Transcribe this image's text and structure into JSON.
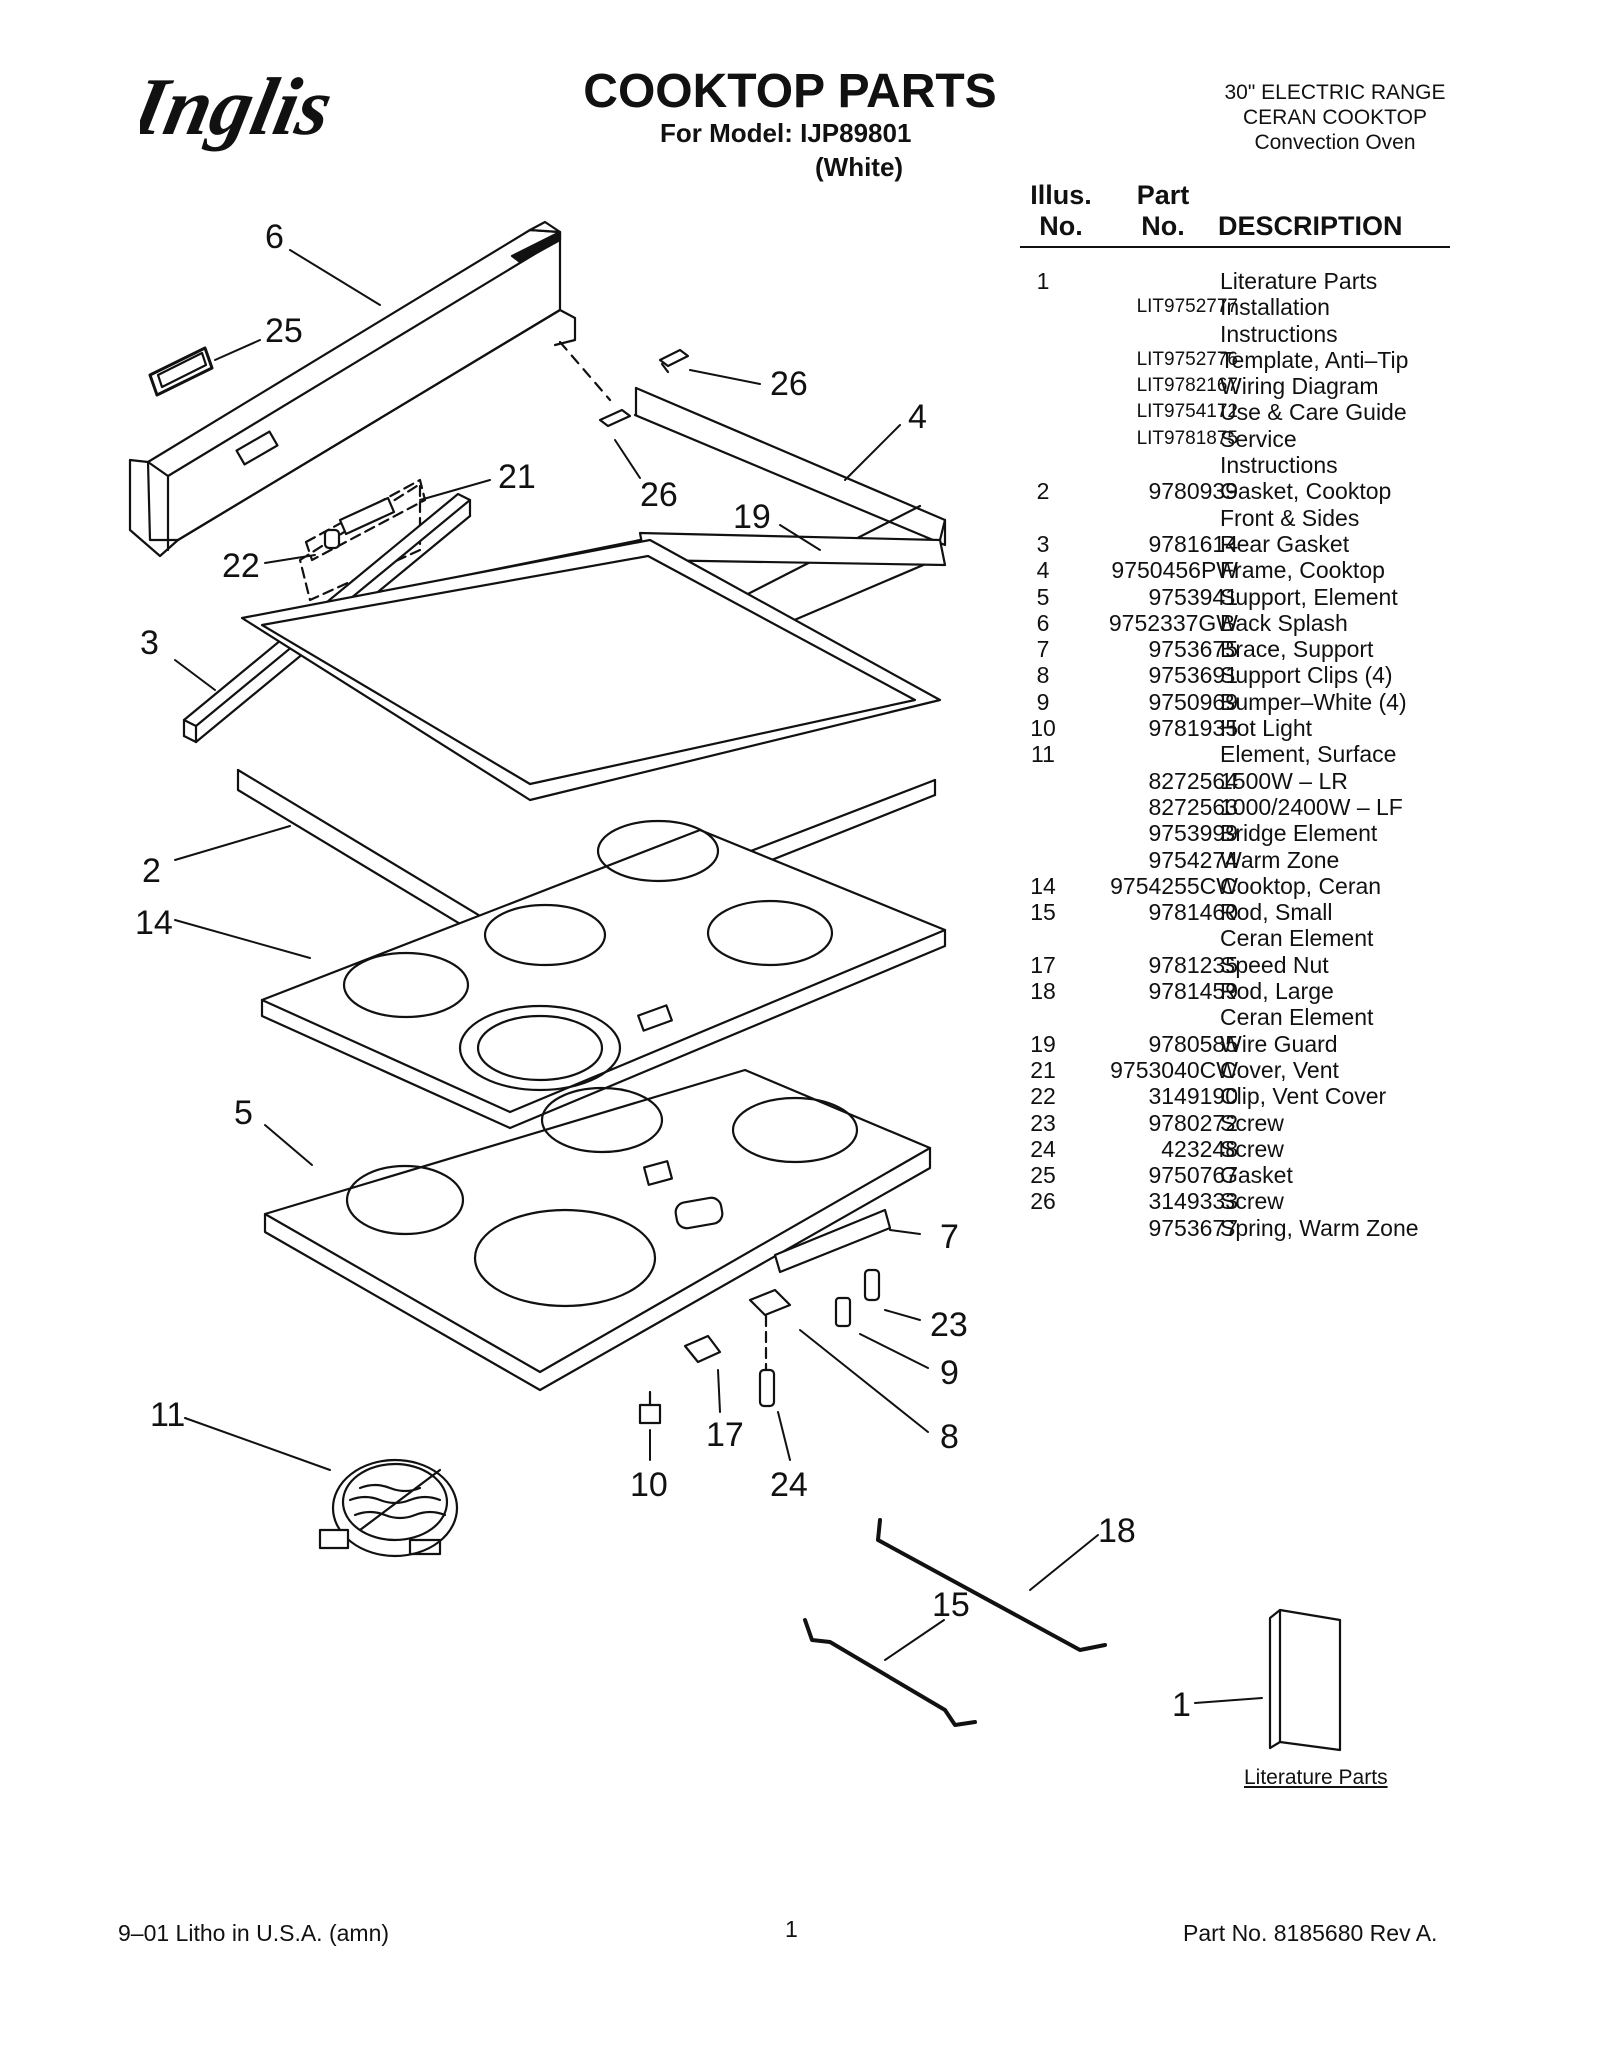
{
  "brand": "Inglis",
  "header": {
    "title": "COOKTOP PARTS",
    "model_line": "For Model: IJP89801",
    "color": "(White)",
    "range_info": [
      "30\" ELECTRIC RANGE",
      "CERAN COOKTOP",
      "Convection Oven"
    ]
  },
  "table": {
    "headers": {
      "illus": [
        "Illus.",
        "No."
      ],
      "part": [
        "Part",
        "No."
      ],
      "description": "DESCRIPTION"
    },
    "rows": [
      {
        "illus": "1",
        "part": "",
        "desc": "Literature Parts"
      },
      {
        "illus": "",
        "part": "LIT9752777",
        "desc": "Installation"
      },
      {
        "illus": "",
        "part": "",
        "desc": "Instructions"
      },
      {
        "illus": "",
        "part": "LIT9752776",
        "desc": "Template, Anti–Tip"
      },
      {
        "illus": "",
        "part": "LIT9782167",
        "desc": "Wiring Diagram"
      },
      {
        "illus": "",
        "part": "LIT9754172",
        "desc": "Use & Care Guide"
      },
      {
        "illus": "",
        "part": "LIT9781875",
        "desc": "Service"
      },
      {
        "illus": "",
        "part": "",
        "desc": "Instructions"
      },
      {
        "illus": "2",
        "part": "9780939",
        "desc": "Gasket, Cooktop"
      },
      {
        "illus": "",
        "part": "",
        "desc": "Front & Sides"
      },
      {
        "illus": "3",
        "part": "9781614",
        "desc": "Rear Gasket"
      },
      {
        "illus": "4",
        "part": "9750456PW",
        "desc": "Frame, Cooktop"
      },
      {
        "illus": "5",
        "part": "9753941",
        "desc": "Support, Element"
      },
      {
        "illus": "6",
        "part": "9752337GW",
        "desc": "Back Splash"
      },
      {
        "illus": "7",
        "part": "9753675",
        "desc": "Brace, Support"
      },
      {
        "illus": "8",
        "part": "9753691",
        "desc": "Support Clips (4)"
      },
      {
        "illus": "9",
        "part": "9750969",
        "desc": "Bumper–White (4)"
      },
      {
        "illus": "10",
        "part": "9781935",
        "desc": "Hot Light"
      },
      {
        "illus": "11",
        "part": "",
        "desc": "Element, Surface"
      },
      {
        "illus": "",
        "part": "8272564",
        "desc": "1500W – LR"
      },
      {
        "illus": "",
        "part": "8272563",
        "desc": "1000/2400W – LF"
      },
      {
        "illus": "",
        "part": "9753999",
        "desc": "Bridge Element"
      },
      {
        "illus": "",
        "part": "9754274",
        "desc": "Warm Zone"
      },
      {
        "illus": "14",
        "part": "9754255CW",
        "desc": "Cooktop, Ceran"
      },
      {
        "illus": "15",
        "part": "9781460",
        "desc": "Rod, Small"
      },
      {
        "illus": "",
        "part": "",
        "desc": "Ceran Element"
      },
      {
        "illus": "17",
        "part": "9781235",
        "desc": "Speed Nut"
      },
      {
        "illus": "18",
        "part": "9781459",
        "desc": "Rod, Large"
      },
      {
        "illus": "",
        "part": "",
        "desc": "Ceran Element"
      },
      {
        "illus": "19",
        "part": "9780585",
        "desc": "Wire Guard"
      },
      {
        "illus": "21",
        "part": "9753040CW",
        "desc": "Cover, Vent"
      },
      {
        "illus": "22",
        "part": "3149190",
        "desc": "Clip, Vent Cover"
      },
      {
        "illus": "23",
        "part": "9780272",
        "desc": "Screw"
      },
      {
        "illus": "24",
        "part": "423248",
        "desc": "Screw"
      },
      {
        "illus": "25",
        "part": "9750767",
        "desc": "Gasket"
      },
      {
        "illus": "26",
        "part": "3149333",
        "desc": "Screw"
      },
      {
        "illus": "",
        "part": "9753677",
        "desc": "Spring, Warm Zone"
      }
    ]
  },
  "diagram": {
    "callouts": [
      "6",
      "25",
      "26",
      "4",
      "21",
      "26",
      "19",
      "22",
      "3",
      "2",
      "14",
      "5",
      "7",
      "23",
      "9",
      "8",
      "11",
      "17",
      "10",
      "24",
      "18",
      "15",
      "1"
    ],
    "literature_label": "Literature Parts"
  },
  "footer": {
    "left": "9–01 Litho in U.S.A. (amn)",
    "page": "1",
    "right": "Part No. 8185680 Rev A."
  }
}
